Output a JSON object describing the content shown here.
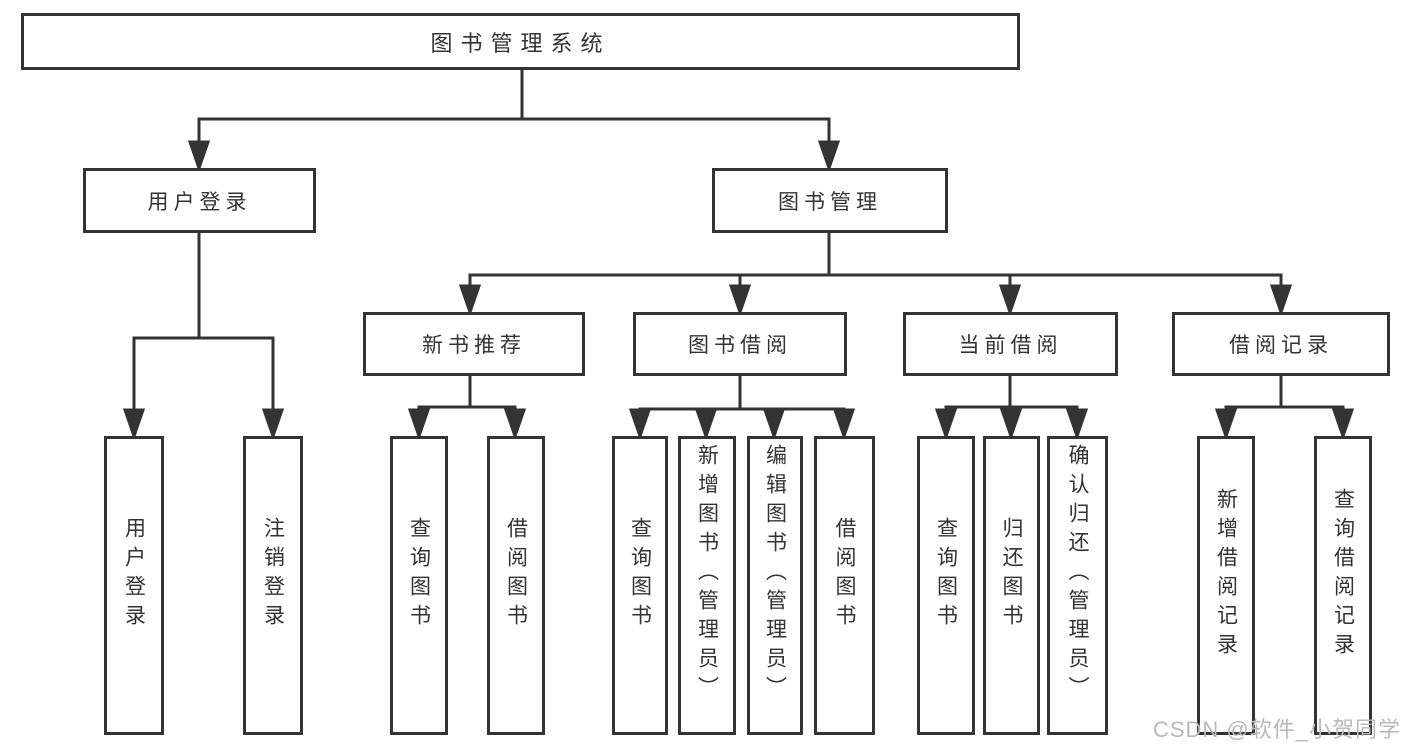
{
  "diagram": {
    "root": "图书管理系统",
    "level2": [
      "用户登录",
      "图书管理"
    ],
    "level3": [
      "新书推荐",
      "图书借阅",
      "当前借阅",
      "借阅记录"
    ],
    "leafGroups": [
      [
        "用户登录",
        "注销登录"
      ],
      [
        "查询图书",
        "借阅图书"
      ],
      [
        "查询图书",
        "新增图书（管理员）",
        "编辑图书（管理员）",
        "借阅图书"
      ],
      [
        "查询图书",
        "归还图书",
        "确认归还（管理员）"
      ],
      [
        "新增借阅记录",
        "查询借阅记录"
      ]
    ]
  },
  "watermark": "CSDN @软件_小贺同学",
  "colors": {
    "line": "#333333",
    "text": "#333333",
    "watermark": "#b9b9b9",
    "background": "#ffffff"
  }
}
